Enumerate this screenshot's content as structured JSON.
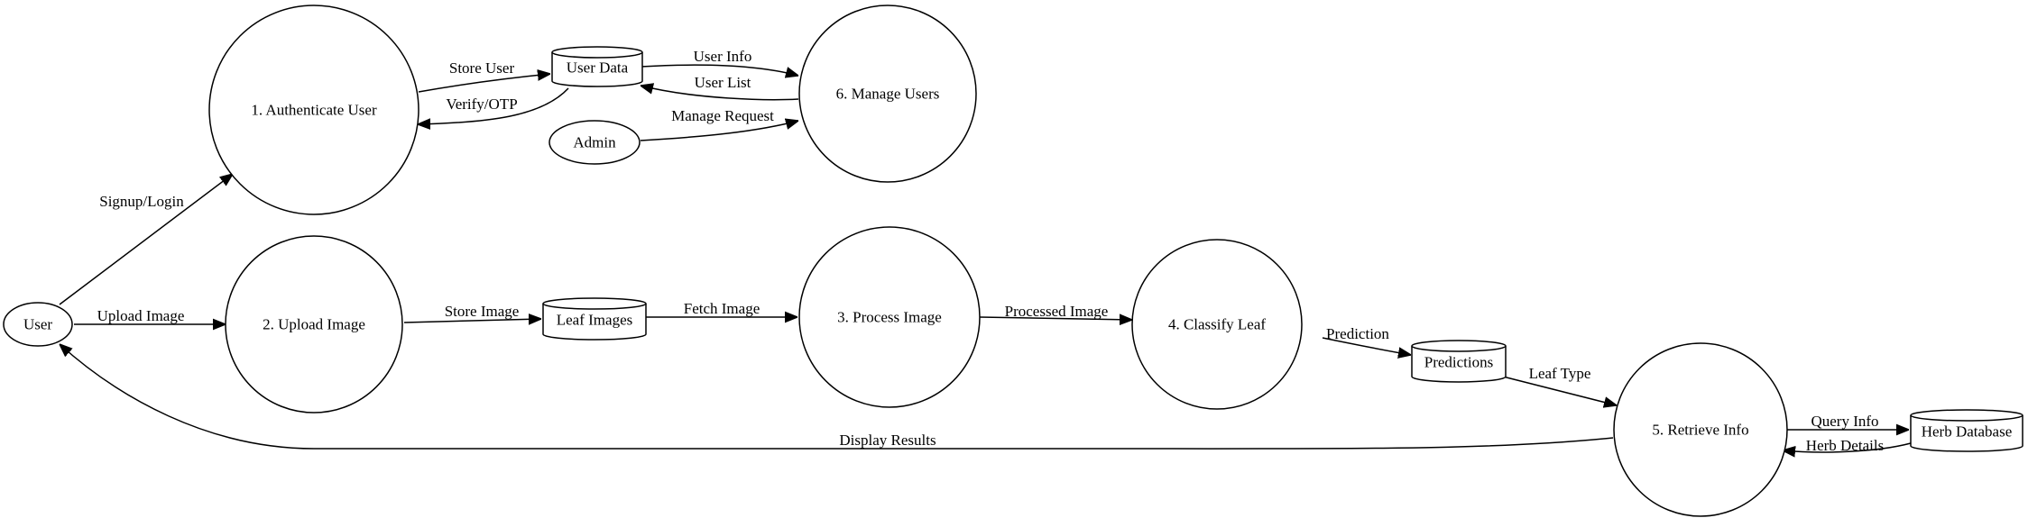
{
  "nodes": {
    "user": "User",
    "admin": "Admin",
    "p1": "1. Authenticate User",
    "p2": "2. Upload Image",
    "p3": "3. Process Image",
    "p4": "4. Classify Leaf",
    "p5": "5. Retrieve Info",
    "p6": "6. Manage Users",
    "user_data": "User Data",
    "leaf_images": "Leaf Images",
    "predictions": "Predictions",
    "herb_database": "Herb Database"
  },
  "edges": {
    "signup_login": "Signup/Login",
    "upload_image": "Upload Image",
    "store_user": "Store User",
    "verify_otp": "Verify/OTP",
    "user_info": "User Info",
    "user_list": "User List",
    "manage_request": "Manage Request",
    "store_image": "Store Image",
    "fetch_image": "Fetch Image",
    "processed_image": "Processed Image",
    "prediction": "Prediction",
    "leaf_type": "Leaf Type",
    "query_info": "Query Info",
    "herb_details": "Herb Details",
    "display_results": "Display Results"
  }
}
